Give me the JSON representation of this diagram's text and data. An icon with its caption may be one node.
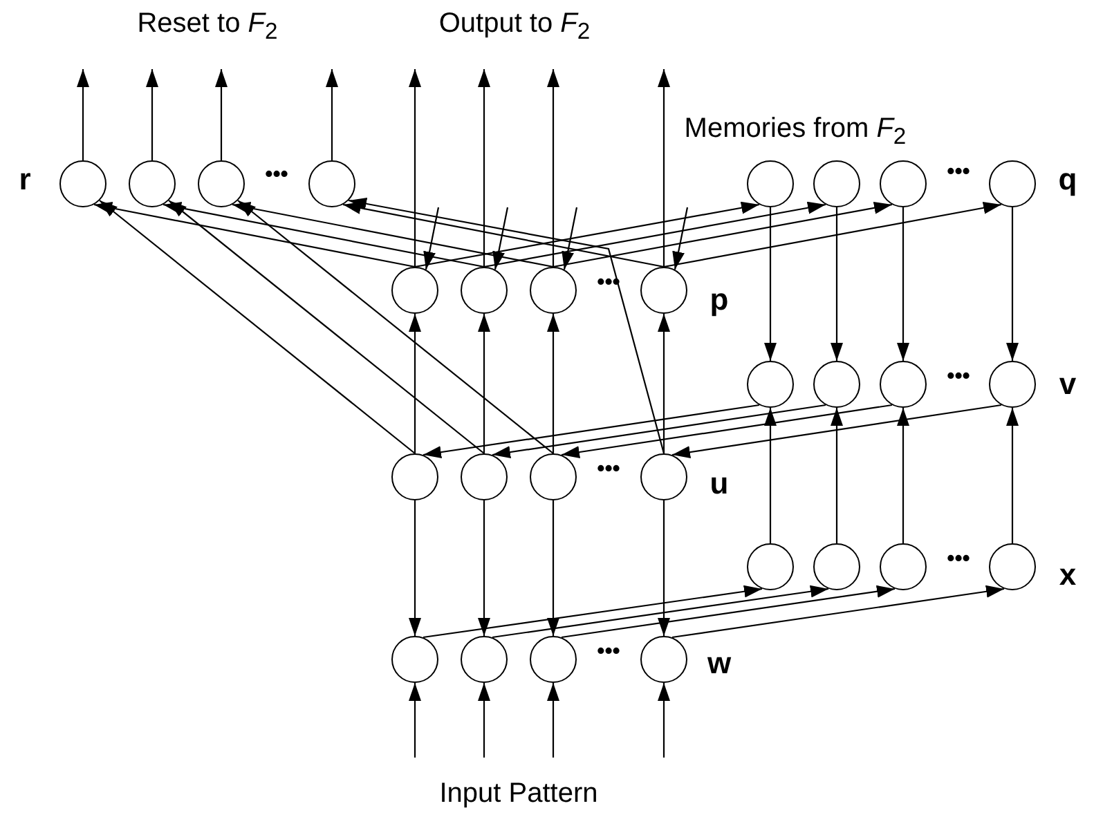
{
  "diagram": {
    "nodes": [
      {
        "text": [],
        "shape": "circle"
      },
      {
        "text": [],
        "shape": "circle"
      },
      {
        "text": [],
        "shape": "circle"
      },
      {
        "text": [],
        "shape": "circle"
      },
      {
        "text": [],
        "shape": "circle"
      },
      {
        "text": [],
        "shape": "circle"
      },
      {
        "text": [],
        "shape": "circle"
      },
      {
        "text": [],
        "shape": "circle"
      },
      {
        "text": [],
        "shape": "circle"
      },
      {
        "text": [],
        "shape": "circle"
      },
      {
        "text": [],
        "shape": "circle"
      },
      {
        "text": [],
        "shape": "circle"
      },
      {
        "text": [],
        "shape": "circle"
      },
      {
        "text": [],
        "shape": "circle"
      },
      {
        "text": [],
        "shape": "circle"
      },
      {
        "text": [],
        "shape": "circle"
      },
      {
        "text": [],
        "shape": "circle"
      },
      {
        "text": [],
        "shape": "circle"
      },
      {
        "text": [],
        "shape": "circle"
      },
      {
        "text": [],
        "shape": "circle"
      },
      {
        "text": [],
        "shape": "circle"
      },
      {
        "text": [],
        "shape": "circle"
      },
      {
        "text": [],
        "shape": "circle"
      },
      {
        "text": [],
        "shape": "circle"
      },
      {
        "text": [],
        "shape": "circle"
      },
      {
        "text": [],
        "shape": "circle"
      },
      {
        "text": [],
        "shape": "circle"
      },
      {
        "text": [],
        "shape": "circle"
      }
    ],
    "edges": [
      {
        "from": null,
        "to": 24,
        "arrow": "to"
      },
      {
        "from": null,
        "to": 25,
        "arrow": "to"
      },
      {
        "from": null,
        "to": 26,
        "arrow": "to"
      },
      {
        "from": null,
        "to": 27,
        "arrow": "to"
      },
      {
        "from": 16,
        "to": 24,
        "arrow": "to"
      },
      {
        "from": 17,
        "to": 25,
        "arrow": "to"
      },
      {
        "from": 18,
        "to": 26,
        "arrow": "to"
      },
      {
        "from": 19,
        "to": 27,
        "arrow": "to"
      },
      {
        "from": 24,
        "to": 20,
        "arrow": "to"
      },
      {
        "from": 25,
        "to": 21,
        "arrow": "to"
      },
      {
        "from": 26,
        "to": 22,
        "arrow": "to"
      },
      {
        "from": 27,
        "to": 23,
        "arrow": "to"
      },
      {
        "from": 20,
        "to": 12,
        "arrow": "to"
      },
      {
        "from": 21,
        "to": 13,
        "arrow": "to"
      },
      {
        "from": 22,
        "to": 14,
        "arrow": "to"
      },
      {
        "from": 23,
        "to": 15,
        "arrow": "to"
      },
      {
        "from": 12,
        "to": 16,
        "arrow": "to"
      },
      {
        "from": 13,
        "to": 17,
        "arrow": "to"
      },
      {
        "from": 14,
        "to": 18,
        "arrow": "to"
      },
      {
        "from": 15,
        "to": 19,
        "arrow": "to"
      },
      {
        "from": 16,
        "to": 8,
        "arrow": "to"
      },
      {
        "from": 17,
        "to": 9,
        "arrow": "to"
      },
      {
        "from": 18,
        "to": 10,
        "arrow": "to"
      },
      {
        "from": 19,
        "to": 11,
        "arrow": "to"
      },
      {
        "from": 8,
        "to": 4,
        "arrow": "to"
      },
      {
        "from": 9,
        "to": 5,
        "arrow": "to"
      },
      {
        "from": 10,
        "to": 6,
        "arrow": "to"
      },
      {
        "from": 11,
        "to": 7,
        "arrow": "to"
      },
      {
        "from": 4,
        "to": 12,
        "arrow": "to"
      },
      {
        "from": 5,
        "to": 13,
        "arrow": "to"
      },
      {
        "from": 6,
        "to": 14,
        "arrow": "to"
      },
      {
        "from": 7,
        "to": 15,
        "arrow": "to"
      },
      {
        "from": 8,
        "to": 0,
        "arrow": "to"
      },
      {
        "from": 9,
        "to": 1,
        "arrow": "to"
      },
      {
        "from": 10,
        "to": 2,
        "arrow": "to"
      },
      {
        "from": 11,
        "to": 3,
        "arrow": "to"
      },
      {
        "from": 16,
        "to": 0,
        "arrow": "to"
      },
      {
        "from": 17,
        "to": 1,
        "arrow": "to"
      },
      {
        "from": 18,
        "to": 2,
        "arrow": "to"
      },
      {
        "from": 19,
        "to": 3,
        "arrow": "to"
      },
      {
        "from": null,
        "to": 8,
        "arrow": "to"
      },
      {
        "from": null,
        "to": 9,
        "arrow": "to"
      },
      {
        "from": null,
        "to": 10,
        "arrow": "to"
      },
      {
        "from": null,
        "to": 11,
        "arrow": "to"
      },
      {
        "from": 0,
        "to": null,
        "arrow": "to"
      },
      {
        "from": 1,
        "to": null,
        "arrow": "to"
      },
      {
        "from": 2,
        "to": null,
        "arrow": "to"
      },
      {
        "from": 3,
        "to": null,
        "arrow": "to"
      },
      {
        "from": 8,
        "to": null,
        "arrow": "to"
      },
      {
        "from": 9,
        "to": null,
        "arrow": "to"
      },
      {
        "from": 10,
        "to": null,
        "arrow": "to"
      },
      {
        "from": 11,
        "to": null,
        "arrow": "to"
      }
    ],
    "labels": [
      "Reset to *F*$_{2}$",
      "Output to *F*$_{2}$",
      "r",
      "•••",
      "Memories from *F*$_{2}$",
      "•••",
      "q",
      "•••",
      "p",
      "•••",
      "v",
      "•••",
      "u",
      "•••",
      "x",
      "•••",
      "w",
      "Input Pattern"
    ]
  }
}
